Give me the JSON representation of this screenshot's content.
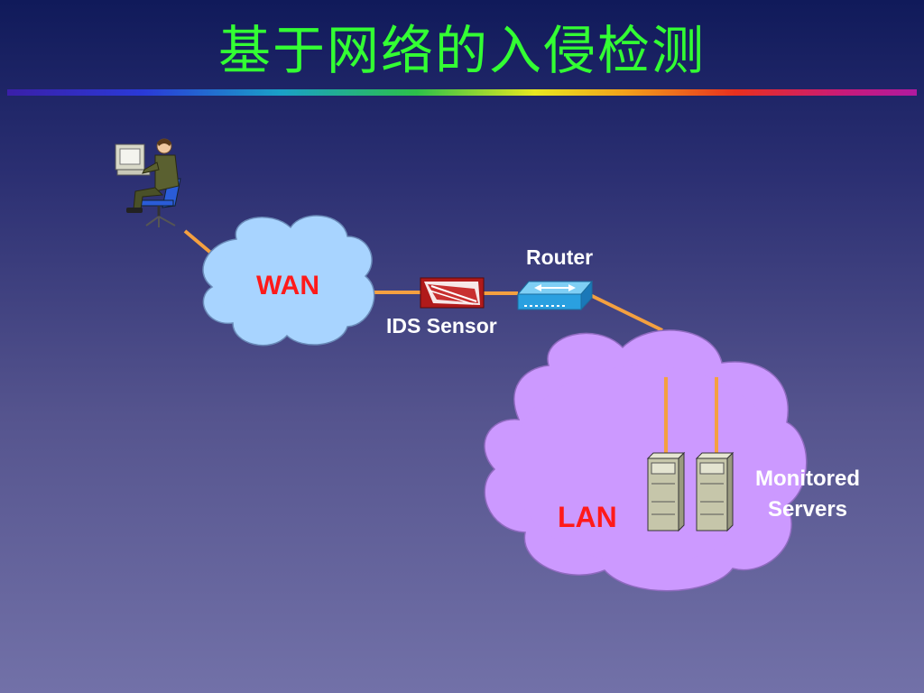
{
  "slide": {
    "title": "基于网络的入侵检测"
  },
  "diagram": {
    "nodes": {
      "attacker": {
        "icon": "person-at-computer-icon"
      },
      "wan": {
        "label": "WAN",
        "icon": "cloud-icon",
        "color": "#a8d4ff"
      },
      "ids_sensor": {
        "label": "IDS Sensor",
        "icon": "ids-sensor-icon",
        "color": "#b01a1a"
      },
      "router": {
        "label": "Router",
        "icon": "router-icon",
        "color": "#2aa0e0"
      },
      "lan": {
        "label": "LAN",
        "icon": "cloud-icon",
        "color": "#cc99ff"
      },
      "servers": {
        "label_line1": "Monitored",
        "label_line2": "Servers",
        "icon": "server-icon",
        "count": 2
      }
    },
    "link_color": "#f4a040",
    "label_accent_color": "#ff1a1a",
    "title_color": "#33ff33"
  }
}
